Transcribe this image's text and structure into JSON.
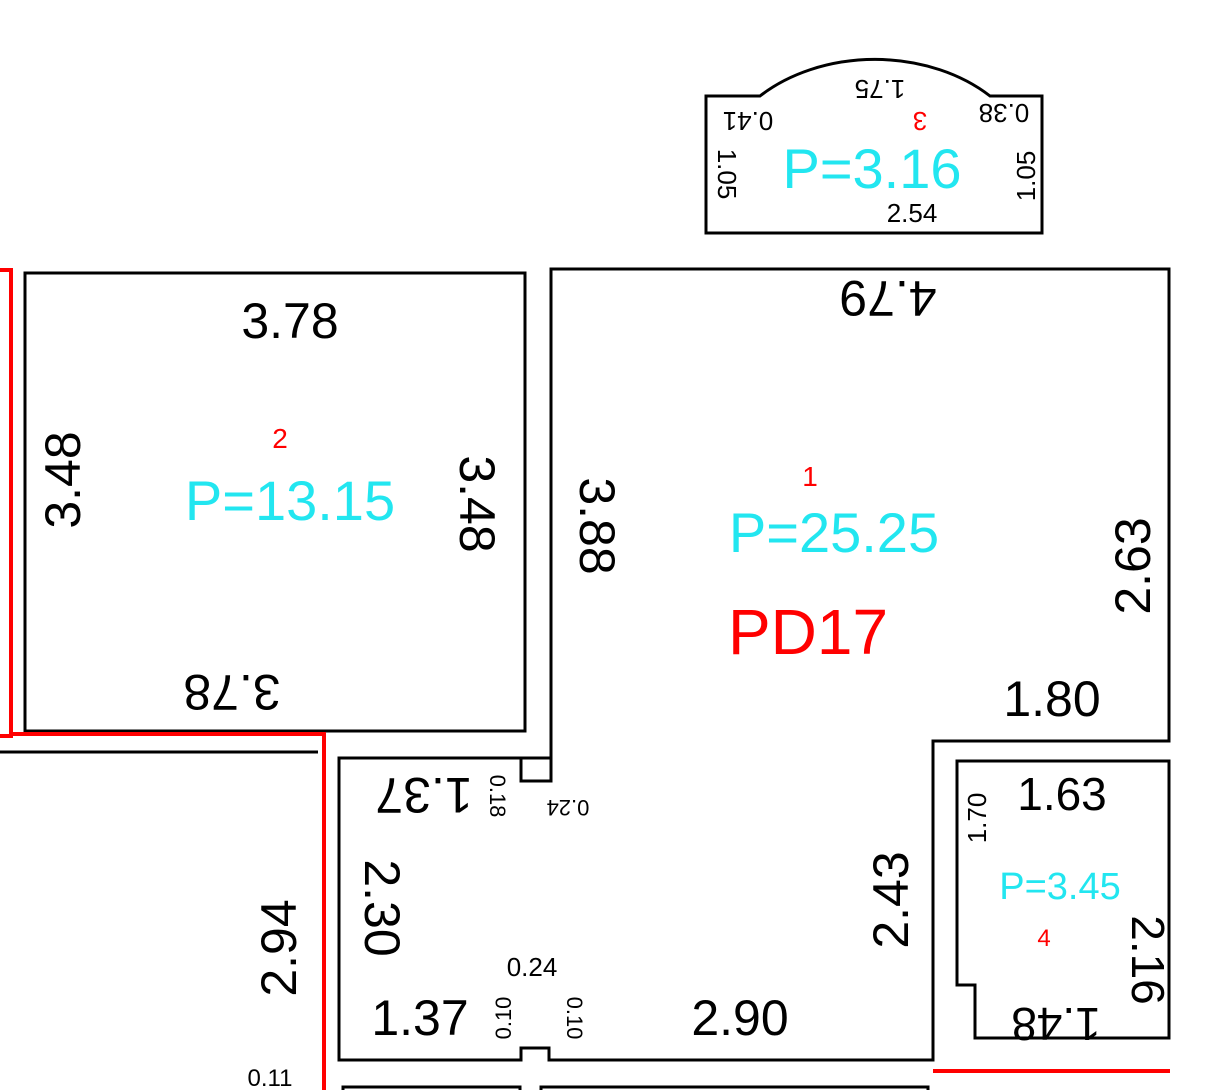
{
  "plan_id": "PD17",
  "colors": {
    "wall": "#000000",
    "boundary": "#ff0000",
    "area": "#22e6f0",
    "room_number": "#ff0000",
    "plan_id": "#ff0000"
  },
  "rooms": [
    {
      "number": "1",
      "area_label": "P=25.25",
      "dims": [
        "4.79",
        "3.88",
        "2.63",
        "1.80",
        "2.43",
        "2.90",
        "1.37",
        "2.30",
        "1.37",
        "0.18",
        "0.24",
        "0.24",
        "0.10",
        "0.10"
      ]
    },
    {
      "number": "2",
      "area_label": "P=13.15",
      "dims": [
        "3.78",
        "3.78",
        "3.48",
        "3.48"
      ]
    },
    {
      "number": "3",
      "area_label": "P=3.16",
      "dims": [
        "1.75",
        "0.41",
        "0.38",
        "1.05",
        "1.05",
        "2.54"
      ]
    },
    {
      "number": "4",
      "area_label": "P=3.45",
      "dims": [
        "1.63",
        "1.70",
        "2.16",
        "1.48"
      ]
    }
  ],
  "other_dims": [
    "2.94",
    "0.11"
  ]
}
